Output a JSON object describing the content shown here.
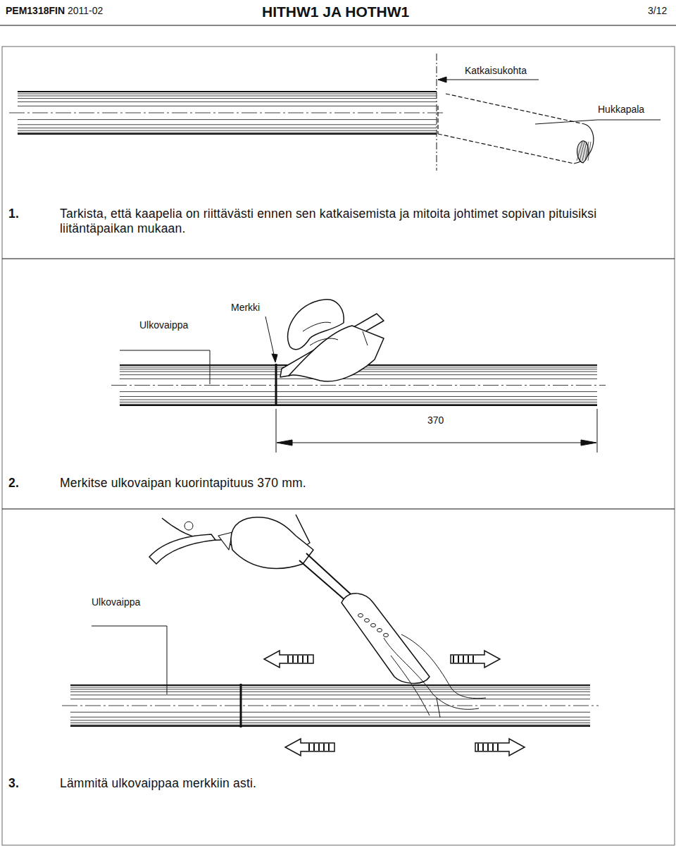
{
  "diagram": {
    "title": "HITHW1 JA HOTHW1",
    "labels": [
      "PEM1318FIN",
      "2011-02",
      "3/12",
      "Katkaisukohta",
      "Hukkapala",
      "1.",
      "Tarkista, että kaapelia on riittävästi ennen sen katkaisemista ja mitoita johtimet sopivan pituisiksi liitäntäpaikan mukaan.",
      "Ulkovaippa",
      "Merkki",
      "370",
      "2.",
      "Merkitse ulkovaipan kuorintapituus 370 mm.",
      "Ulkovaippa",
      "3.",
      "Lämmitä ulkovaippaa merkkiin asti."
    ]
  }
}
